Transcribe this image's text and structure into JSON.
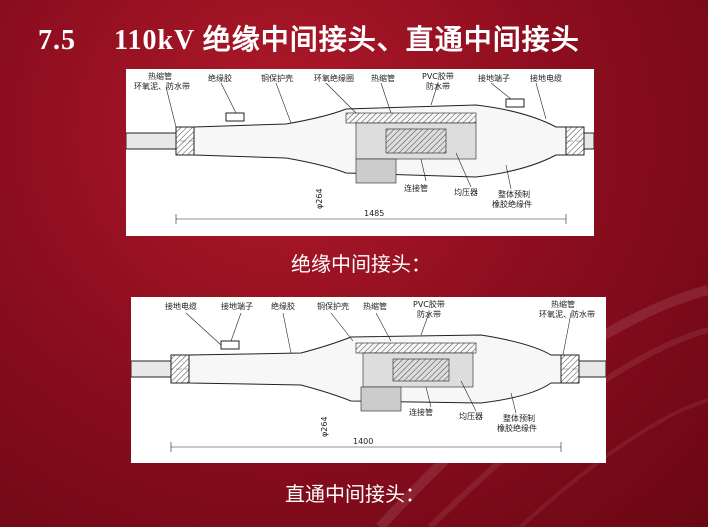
{
  "slide": {
    "number": "7.5",
    "title": "110kV 绝缘中间接头、直通中间接头"
  },
  "diagram1": {
    "labels": {
      "heat_shrink_tube": "热缩管",
      "epoxy_mud": "环氧泥、防水带",
      "insulation_box": "绝缘胶",
      "copper_shield": "铜保护壳",
      "ring_insulator": "环氧绝缘圈",
      "heat_shrink_tube2": "热缩管",
      "pvc_tape": "PVC胶带",
      "waterproof_tape": "防水带",
      "ground_terminal": "接地端子",
      "ground_cable": "接地电缆",
      "connector_tube": "连接管",
      "stress_cone": "均压器",
      "prefab": "整体预制",
      "rubber_insulator": "橡胶绝缘件",
      "diameter": "φ264",
      "length": "1485"
    },
    "caption": "绝缘中间接头："
  },
  "diagram2": {
    "labels": {
      "ground_cable": "接地电缆",
      "ground_terminal": "接地端子",
      "insulation_box": "绝缘胶",
      "copper_shield": "铜保护壳",
      "heat_shrink_tube": "热缩管",
      "pvc_tape": "PVC胶带",
      "waterproof_tape": "防水带",
      "heat_shrink_tube2": "热缩管",
      "epoxy_mud": "环氧泥、防水带",
      "connector_tube": "连接管",
      "stress_cone": "均压器",
      "prefab": "整体预制",
      "rubber_insulator": "橡胶绝缘件",
      "diameter": "φ264",
      "length": "1400"
    },
    "caption": "直通中间接头："
  },
  "colors": {
    "background": "#8e0e1f",
    "text": "#ffffff"
  }
}
